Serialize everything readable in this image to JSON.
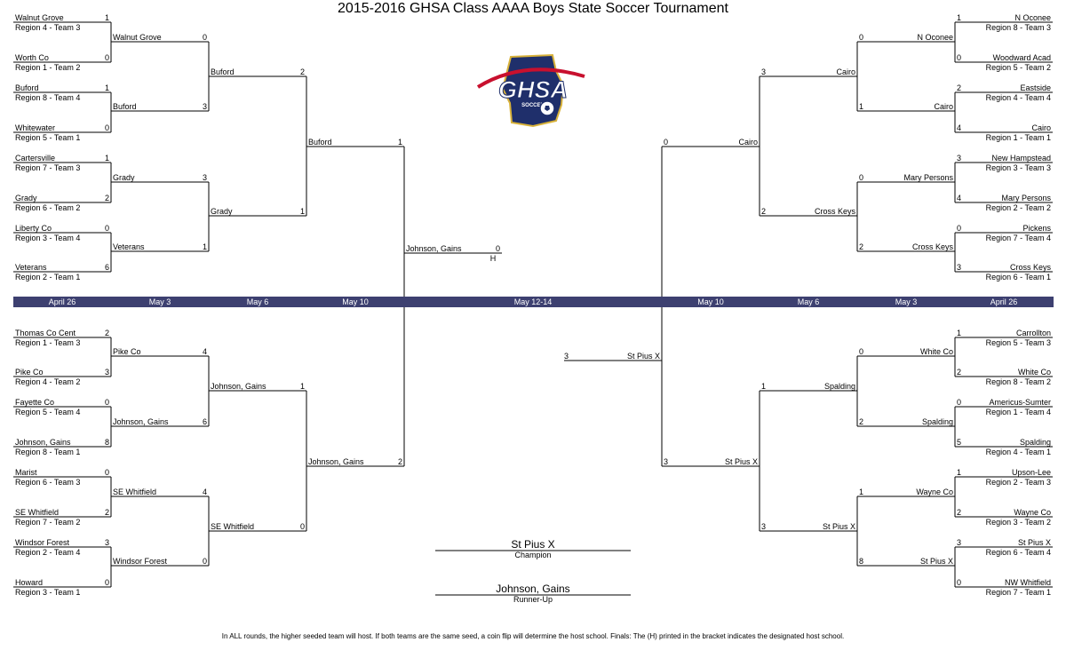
{
  "title": "2015-2016 GHSA Class AAAA Boys State Soccer Tournament",
  "logo": {
    "main": "GHSA",
    "sub": "SOCCER",
    "colors": {
      "navy": "#1f2f6b",
      "red": "#c8102e",
      "gold": "#d8b23a"
    }
  },
  "dates": [
    "April 26",
    "May 3",
    "May 6",
    "May 10",
    "May 12-14",
    "May 10",
    "May 6",
    "May 3",
    "April 26"
  ],
  "left_r1": [
    {
      "name": "Walnut Grove",
      "seed": "Region 4 - Team 3",
      "score": "1"
    },
    {
      "name": "Worth Co",
      "seed": "Region 1 - Team 2",
      "score": "0"
    },
    {
      "name": "Buford",
      "seed": "Region 8 - Team 4",
      "score": "1"
    },
    {
      "name": "Whitewater",
      "seed": "Region 5 - Team 1",
      "score": "0"
    },
    {
      "name": "Cartersville",
      "seed": "Region 7 - Team 3",
      "score": "1"
    },
    {
      "name": "Grady",
      "seed": "Region 6 - Team 2",
      "score": "2"
    },
    {
      "name": "Liberty Co",
      "seed": "Region 3 - Team 4",
      "score": "0"
    },
    {
      "name": "Veterans",
      "seed": "Region 2 - Team 1",
      "score": "6"
    },
    {
      "name": "Thomas Co Cent",
      "seed": "Region 1 - Team 3",
      "score": "2"
    },
    {
      "name": "Pike Co",
      "seed": "Region 4 - Team 2",
      "score": "3"
    },
    {
      "name": "Fayette Co",
      "seed": "Region 5 - Team 4",
      "score": "0"
    },
    {
      "name": "Johnson, Gains",
      "seed": "Region 8 - Team 1",
      "score": "8"
    },
    {
      "name": "Marist",
      "seed": "Region 6 - Team 3",
      "score": "0"
    },
    {
      "name": "SE Whitfield",
      "seed": "Region 7 - Team 2",
      "score": "2"
    },
    {
      "name": "Windsor Forest",
      "seed": "Region 2 - Team 4",
      "score": "3"
    },
    {
      "name": "Howard",
      "seed": "Region 3 - Team 1",
      "score": "0"
    }
  ],
  "left_r2": [
    {
      "name": "Walnut Grove",
      "score": "0"
    },
    {
      "name": "Buford",
      "score": "3"
    },
    {
      "name": "Grady",
      "score": "3"
    },
    {
      "name": "Veterans",
      "score": "1"
    },
    {
      "name": "Pike Co",
      "score": "4"
    },
    {
      "name": "Johnson, Gains",
      "score": "6"
    },
    {
      "name": "SE Whitfield",
      "score": "4"
    },
    {
      "name": "Windsor Forest",
      "score": "0"
    }
  ],
  "left_r3": [
    {
      "name": "Buford",
      "score": "2"
    },
    {
      "name": "Grady",
      "score": "1"
    },
    {
      "name": "Johnson, Gains",
      "score": "1"
    },
    {
      "name": "SE Whitfield",
      "score": "0"
    }
  ],
  "left_r4": [
    {
      "name": "Buford",
      "score": "1"
    },
    {
      "name": "Johnson, Gains",
      "score": "2"
    }
  ],
  "final_left": {
    "name": "Johnson, Gains",
    "score": "0",
    "host": "H"
  },
  "final_right": {
    "name": "St Pius X",
    "score": "3"
  },
  "right_r1": [
    {
      "name": "N Oconee",
      "seed": "Region 8 - Team 3",
      "score": "1"
    },
    {
      "name": "Woodward Acad",
      "seed": "Region 5 - Team 2",
      "score": "0"
    },
    {
      "name": "Eastside",
      "seed": "Region 4 - Team 4",
      "score": "2"
    },
    {
      "name": "Cairo",
      "seed": "Region 1 - Team 1",
      "score": "4"
    },
    {
      "name": "New Hampstead",
      "seed": "Region 3 - Team 3",
      "score": "3"
    },
    {
      "name": "Mary Persons",
      "seed": "Region 2 - Team 2",
      "score": "4"
    },
    {
      "name": "Pickens",
      "seed": "Region 7 - Team 4",
      "score": "0"
    },
    {
      "name": "Cross Keys",
      "seed": "Region 6 - Team 1",
      "score": "3"
    },
    {
      "name": "Carrollton",
      "seed": "Region 5 - Team 3",
      "score": "1"
    },
    {
      "name": "White Co",
      "seed": "Region 8 - Team 2",
      "score": "2"
    },
    {
      "name": "Americus-Sumter",
      "seed": "Region 1 - Team 4",
      "score": "0"
    },
    {
      "name": "Spalding",
      "seed": "Region 4 - Team 1",
      "score": "5"
    },
    {
      "name": "Upson-Lee",
      "seed": "Region 2 - Team 3",
      "score": "1"
    },
    {
      "name": "Wayne Co",
      "seed": "Region 3 - Team 2",
      "score": "2"
    },
    {
      "name": "St Pius X",
      "seed": "Region 6 - Team 4",
      "score": "3"
    },
    {
      "name": "NW Whitfield",
      "seed": "Region 7 - Team 1",
      "score": "0"
    }
  ],
  "right_r2": [
    {
      "name": "N Oconee",
      "score": "0"
    },
    {
      "name": "Cairo",
      "score": "1"
    },
    {
      "name": "Mary Persons",
      "score": "0"
    },
    {
      "name": "Cross Keys",
      "score": "2"
    },
    {
      "name": "White Co",
      "score": "0"
    },
    {
      "name": "Spalding",
      "score": "2"
    },
    {
      "name": "Wayne Co",
      "score": "1"
    },
    {
      "name": "St Pius X",
      "score": "8"
    }
  ],
  "right_r3": [
    {
      "name": "Cairo",
      "score": "3"
    },
    {
      "name": "Cross Keys",
      "score": "2"
    },
    {
      "name": "Spalding",
      "score": "1"
    },
    {
      "name": "St Pius X",
      "score": "3"
    }
  ],
  "right_r4": [
    {
      "name": "Cairo",
      "score": "0"
    },
    {
      "name": "St Pius X",
      "score": "3"
    }
  ],
  "champion": {
    "name": "St Pius X",
    "label": "Champion"
  },
  "runner_up": {
    "name": "Johnson, Gains",
    "label": "Runner-Up"
  },
  "footnote": "In ALL rounds, the higher seeded team will host. If both teams are the same seed, a coin flip will determine the host school. Finals: The (H) printed in the bracket indicates the designated host school."
}
